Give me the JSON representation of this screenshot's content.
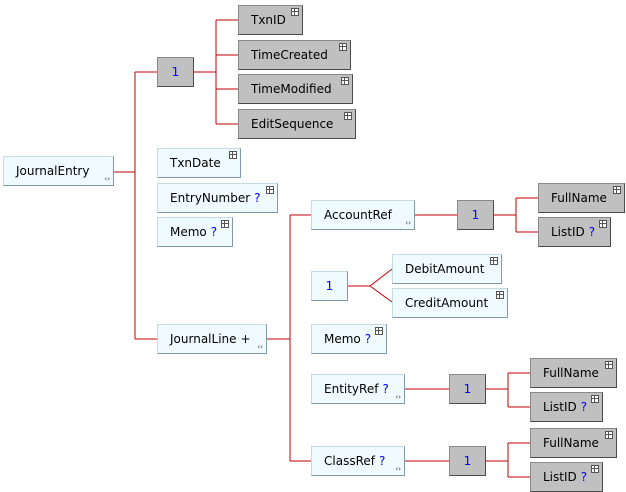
{
  "root": {
    "label": "JournalEntry"
  },
  "header_sequence": {
    "label": "1"
  },
  "header_items": [
    {
      "label": "TxnID"
    },
    {
      "label": "TimeCreated"
    },
    {
      "label": "TimeModified"
    },
    {
      "label": "EditSequence"
    }
  ],
  "entry_items": [
    {
      "label": "TxnDate",
      "occ": ""
    },
    {
      "label": "EntryNumber",
      "occ": "?"
    },
    {
      "label": "Memo",
      "occ": "?"
    }
  ],
  "journal_line": {
    "label": "JournalLine",
    "occ": "+"
  },
  "account_ref": {
    "label": "AccountRef",
    "occ": "",
    "sequence": "1",
    "fields": [
      {
        "label": "FullName",
        "occ": ""
      },
      {
        "label": "ListID",
        "occ": "?"
      }
    ]
  },
  "amount_choice": {
    "label": "1",
    "items": [
      {
        "label": "DebitAmount"
      },
      {
        "label": "CreditAmount"
      }
    ]
  },
  "line_memo": {
    "label": "Memo",
    "occ": "?"
  },
  "entity_ref": {
    "label": "EntityRef",
    "occ": "?",
    "sequence": "1",
    "fields": [
      {
        "label": "FullName",
        "occ": ""
      },
      {
        "label": "ListID",
        "occ": "?"
      }
    ]
  },
  "class_ref": {
    "label": "ClassRef",
    "occ": "?",
    "sequence": "1",
    "fields": [
      {
        "label": "FullName",
        "occ": ""
      },
      {
        "label": "ListID",
        "occ": "?"
      }
    ]
  },
  "colors": {
    "connector": "#c00000",
    "element_bg": "#f0fbff",
    "group_bg": "#c0c0c0",
    "occurrence": "#0000ff"
  }
}
